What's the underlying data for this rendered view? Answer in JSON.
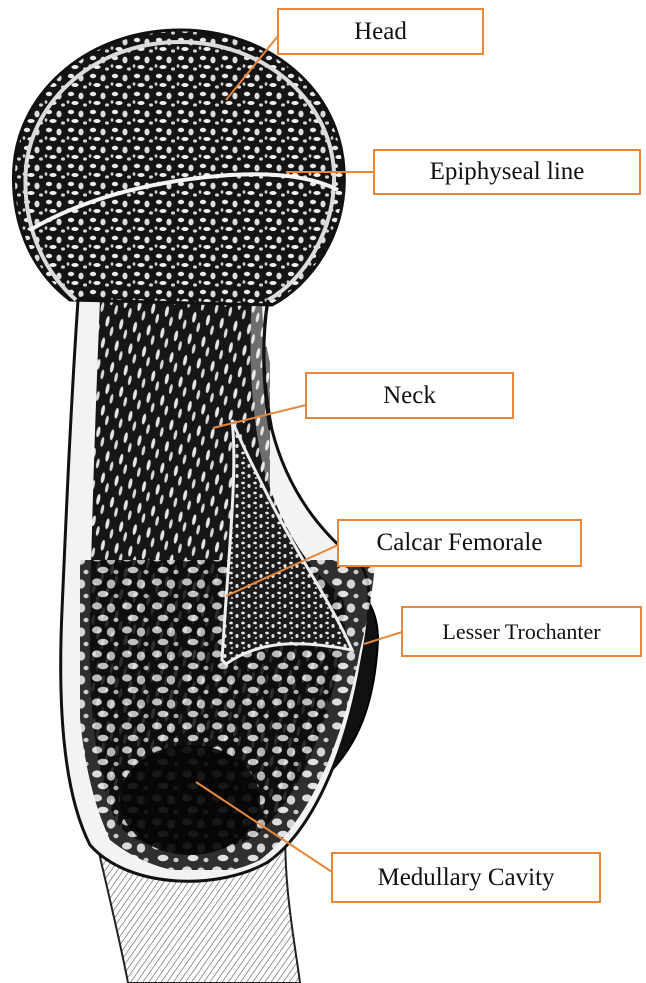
{
  "labels": {
    "head": "Head",
    "epiphyseal_line": "Epiphyseal line",
    "neck": "Neck",
    "calcar_femorale": "Calcar Femorale",
    "lesser_trochanter": "Lesser Trochanter",
    "medullary_cavity": "Medullary Cavity"
  },
  "colors": {
    "accent": "#e8873a",
    "ink": "#111111",
    "cortex": "#f2f2f2",
    "trabecular_dark": "#1a1a1a"
  }
}
